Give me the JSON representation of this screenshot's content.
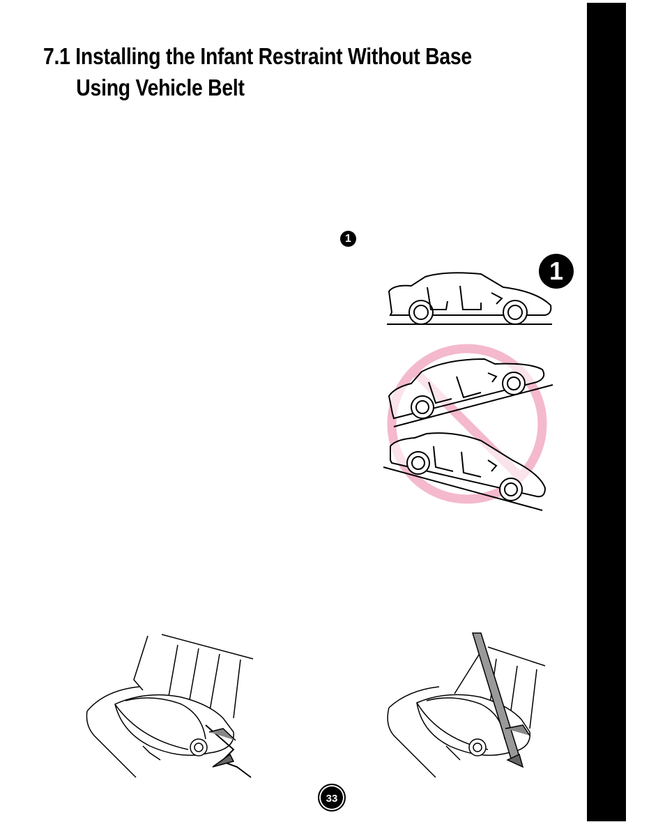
{
  "section": {
    "title_line1": "7.1 Installing the Infant Restraint Without Base",
    "title_line2": "Using Vehicle Belt"
  },
  "markers": {
    "inline_step": "1",
    "figure_step": "1"
  },
  "figures": {
    "car_level_icon": "car-level-illustration",
    "car_tilted_icon": "car-tilted-illustration",
    "prohibited_icon": "prohibition-sign-icon",
    "seat_lap_belt_icon": "infant-seat-lap-belt-illustration",
    "seat_shoulder_belt_icon": "infant-seat-shoulder-belt-illustration"
  },
  "colors": {
    "prohibition": "#f4b9cc",
    "sidebar": "#000000"
  },
  "footer": {
    "page_number": "33"
  }
}
